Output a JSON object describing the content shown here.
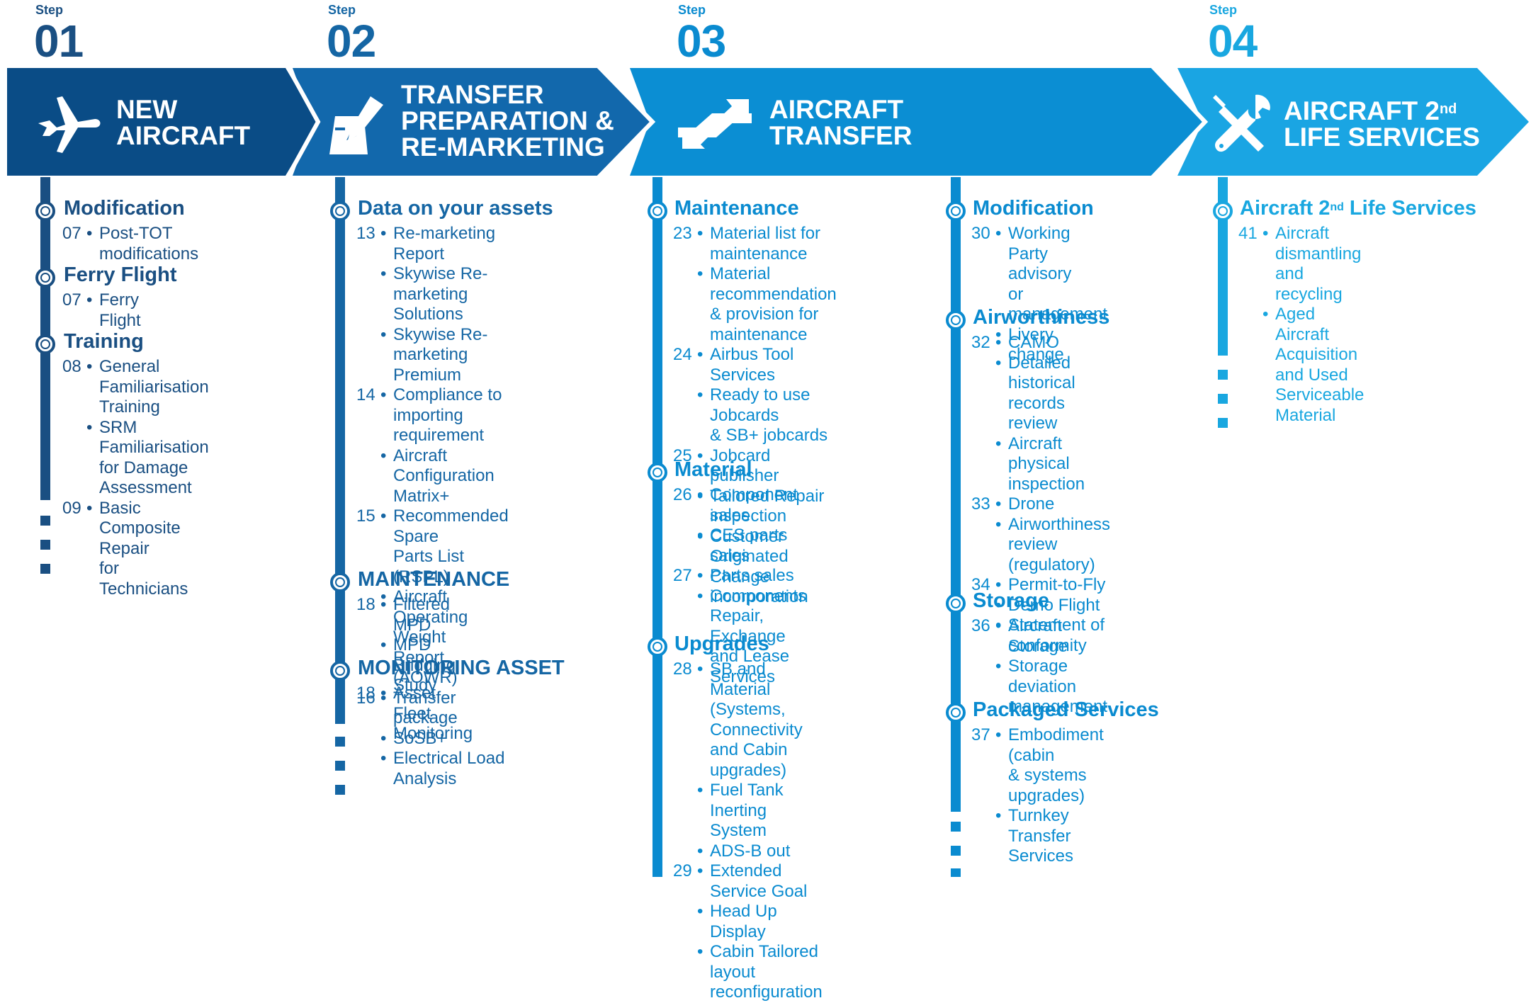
{
  "steps": [
    {
      "label": "Step",
      "number": "01",
      "title": [
        "NEW",
        "AIRCRAFT"
      ],
      "icon": "airplane-icon",
      "color": "#0a4c86",
      "sections": [
        {
          "title": "Modification",
          "items": [
            {
              "num": "07",
              "text": "Post-TOT modifications"
            }
          ]
        },
        {
          "title": "Ferry Flight",
          "items": [
            {
              "num": "07",
              "text": "Ferry Flight"
            }
          ]
        },
        {
          "title": "Training",
          "items": [
            {
              "num": "08",
              "text": "General Familiarisation\nTraining"
            },
            {
              "num": "",
              "text": "SRM Familiarisation\nfor Damage Assessment"
            },
            {
              "num": "09",
              "text": "Basic Composite Repair\nfor Technicians"
            }
          ]
        }
      ]
    },
    {
      "label": "Step",
      "number": "02",
      "title": [
        "TRANSFER",
        "PREPARATION &",
        "RE-MARKETING"
      ],
      "icon": "edit-document-icon",
      "color": "#1268ac",
      "sections": [
        {
          "title": "Data on your assets",
          "items": [
            {
              "num": "13",
              "text": "Re-marketing Report"
            },
            {
              "num": "",
              "text": "Skywise Re-marketing\nSolutions"
            },
            {
              "num": "",
              "text": "Skywise Re-marketing\nPremium"
            },
            {
              "num": "14",
              "text": "Compliance to\nimporting requirement"
            },
            {
              "num": "",
              "text": "Aircraft Configuration Matrix+"
            },
            {
              "num": "15",
              "text": "Recommended Spare\nParts List (RSPL)"
            },
            {
              "num": "",
              "text": "Aircraft Operating Weight\nReport (AOWR)"
            },
            {
              "num": "16",
              "text": "Transfer package"
            },
            {
              "num": "",
              "text": "SoSB+"
            },
            {
              "num": "",
              "text": "Electrical Load Analysis"
            }
          ]
        },
        {
          "title": "MAINTENANCE",
          "items": [
            {
              "num": "18",
              "text": "Filtered MPD"
            },
            {
              "num": "",
              "text": "MPD Bridging Study"
            }
          ]
        },
        {
          "title": "MONITORING ASSET",
          "items": [
            {
              "num": "18",
              "text": "Asset Fleet Monitoring"
            }
          ]
        }
      ]
    },
    {
      "label": "Step",
      "number": "03",
      "title": [
        "AIRCRAFT",
        "TRANSFER"
      ],
      "icon": "transfer-arrows-icon",
      "color": "#0b8ed3",
      "columns": [
        [
          {
            "title": "Maintenance",
            "items": [
              {
                "num": "23",
                "text": "Material list for maintenance"
              },
              {
                "num": "",
                "text": "Material recommendation\n& provision for maintenance"
              },
              {
                "num": "24",
                "text": "Airbus Tool Services"
              },
              {
                "num": "",
                "text": "Ready to use Jobcards\n& SB+ jobcards"
              },
              {
                "num": "25",
                "text": "Jobcard publisher"
              },
              {
                "num": "",
                "text": "Tailored Repair inspection"
              },
              {
                "num": "",
                "text": "Customer Originated\nChange incorporation"
              }
            ]
          },
          {
            "title": "Material",
            "items": [
              {
                "num": "26",
                "text": "Component sales"
              },
              {
                "num": "",
                "text": "CES parts sales"
              },
              {
                "num": "27",
                "text": "Parts sales"
              },
              {
                "num": "",
                "text": "Components Repair,\nExchange and Lease\nServices"
              }
            ]
          },
          {
            "title": "Upgrades",
            "items": [
              {
                "num": "28",
                "text": "SB and Material (Systems,\nConnectivity and Cabin\nupgrades)"
              },
              {
                "num": "",
                "text": "Fuel Tank Inerting System"
              },
              {
                "num": "",
                "text": "ADS-B out"
              },
              {
                "num": "29",
                "text": "Extended Service Goal"
              },
              {
                "num": "",
                "text": "Head Up Display"
              },
              {
                "num": "",
                "text": "Cabin Tailored layout\nreconfiguration"
              }
            ]
          }
        ],
        [
          {
            "title": "Modification",
            "items": [
              {
                "num": "30",
                "text": "Working Party advisory\nor management"
              },
              {
                "num": "",
                "text": "Livery change"
              }
            ]
          },
          {
            "title": "Airworthiness",
            "items": [
              {
                "num": "32",
                "text": "CAMO"
              },
              {
                "num": "",
                "text": "Detailed historical\nrecords review"
              },
              {
                "num": "",
                "text": "Aircraft physical\ninspection"
              },
              {
                "num": "33",
                "text": "Drone"
              },
              {
                "num": "",
                "text": "Airworthiness review\n(regulatory)"
              },
              {
                "num": "34",
                "text": "Permit-to-Fly"
              },
              {
                "num": "",
                "text": "Demo Flight"
              },
              {
                "num": "",
                "text": "Statement of conformity"
              }
            ]
          },
          {
            "title": "Storage",
            "items": [
              {
                "num": "36",
                "text": "Aircraft Storage"
              },
              {
                "num": "",
                "text": "Storage deviation\nmanagement"
              }
            ]
          },
          {
            "title": "Packaged Services",
            "items": [
              {
                "num": "37",
                "text": "Embodiment (cabin\n& systems upgrades)"
              },
              {
                "num": "",
                "text": "Turnkey Transfer Services"
              }
            ]
          }
        ]
      ]
    },
    {
      "label": "Step",
      "number": "04",
      "title": [
        "AIRCRAFT 2",
        "nd",
        "LIFE SERVICES"
      ],
      "icon": "tools-icon",
      "color": "#1aa5e3",
      "sections": [
        {
          "title": "Aircraft 2",
          "title_sup": "nd",
          "title_end": " Life Services",
          "items": [
            {
              "num": "41",
              "text": "Aircraft dismantling\nand recycling"
            },
            {
              "num": "",
              "text": "Aged Aircraft Acquisition\nand Used Serviceable\nMaterial"
            }
          ]
        }
      ]
    }
  ]
}
